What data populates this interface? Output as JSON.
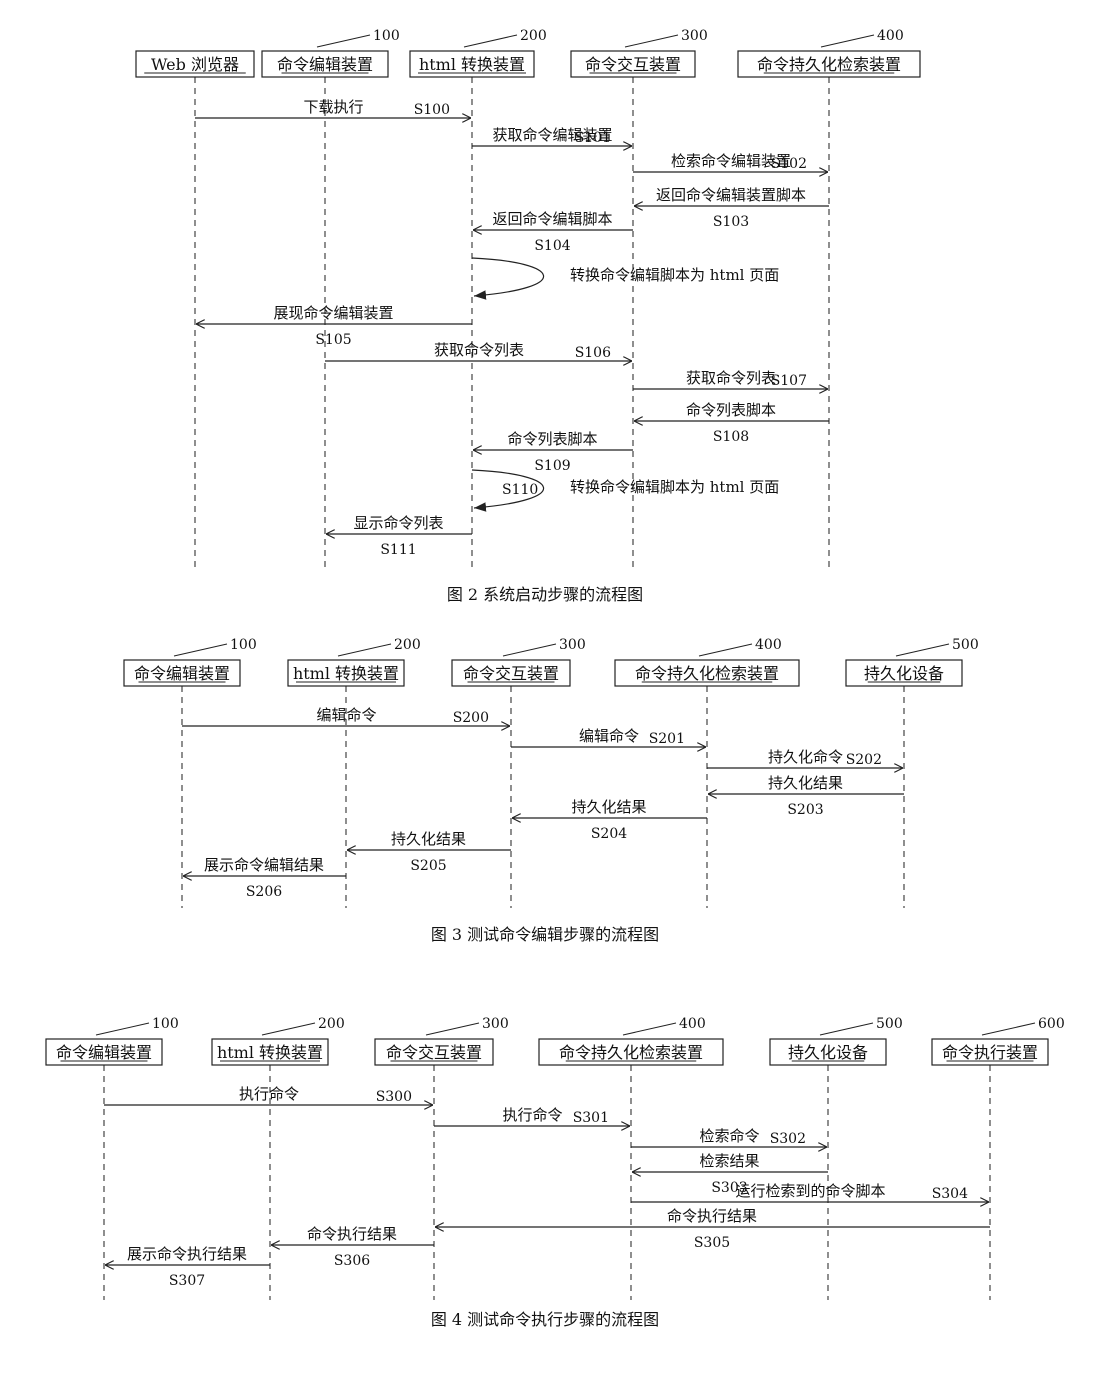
{
  "figures": [
    {
      "caption": "图 2   系统启动步骤的流程图",
      "participants": [
        {
          "label": "Web 浏览器",
          "ref": ""
        },
        {
          "label": "命令编辑装置",
          "ref": "100"
        },
        {
          "label": "html 转换装置",
          "ref": "200"
        },
        {
          "label": "命令交互装置",
          "ref": "300"
        },
        {
          "label": "命令持久化检索装置",
          "ref": "400"
        }
      ],
      "messages": [
        {
          "from": 0,
          "to": 2,
          "text": "下载执行",
          "step": "S100"
        },
        {
          "from": 2,
          "to": 3,
          "text": "获取命令编辑装置",
          "step": "S101"
        },
        {
          "from": 3,
          "to": 4,
          "text": "检索命令编辑装置",
          "step": "S102"
        },
        {
          "from": 4,
          "to": 3,
          "text": "返回命令编辑装置脚本",
          "step": "S103"
        },
        {
          "from": 3,
          "to": 2,
          "text": "返回命令编辑脚本",
          "step": "S104"
        },
        {
          "from": 2,
          "to": 2,
          "text": "转换命令编辑脚本为 html 页面",
          "step": ""
        },
        {
          "from": 2,
          "to": 0,
          "text": "展现命令编辑装置",
          "step": "S105"
        },
        {
          "from": 1,
          "to": 3,
          "text": "获取命令列表",
          "step": "S106"
        },
        {
          "from": 3,
          "to": 4,
          "text": "获取命令列表",
          "step": "S107"
        },
        {
          "from": 4,
          "to": 3,
          "text": "命令列表脚本",
          "step": "S108"
        },
        {
          "from": 3,
          "to": 2,
          "text": "命令列表脚本",
          "step": "S109"
        },
        {
          "from": 2,
          "to": 2,
          "text": "转换命令编辑脚本为 html 页面",
          "step": "S110"
        },
        {
          "from": 2,
          "to": 1,
          "text": "显示命令列表",
          "step": "S111"
        }
      ]
    },
    {
      "caption": "图 3   测试命令编辑步骤的流程图",
      "participants": [
        {
          "label": "命令编辑装置",
          "ref": "100"
        },
        {
          "label": "html 转换装置",
          "ref": "200"
        },
        {
          "label": "命令交互装置",
          "ref": "300"
        },
        {
          "label": "命令持久化检索装置",
          "ref": "400"
        },
        {
          "label": "持久化设备",
          "ref": "500"
        }
      ],
      "messages": [
        {
          "from": 0,
          "to": 2,
          "text": "编辑命令",
          "step": "S200"
        },
        {
          "from": 2,
          "to": 3,
          "text": "编辑命令",
          "step": "S201"
        },
        {
          "from": 3,
          "to": 4,
          "text": "持久化命令",
          "step": "S202"
        },
        {
          "from": 4,
          "to": 3,
          "text": "持久化结果",
          "step": "S203"
        },
        {
          "from": 3,
          "to": 2,
          "text": "持久化结果",
          "step": "S204"
        },
        {
          "from": 2,
          "to": 1,
          "text": "持久化结果",
          "step": "S205"
        },
        {
          "from": 1,
          "to": 0,
          "text": "展示命令编辑结果",
          "step": "S206"
        }
      ]
    },
    {
      "caption": "图 4   测试命令执行步骤的流程图",
      "participants": [
        {
          "label": "命令编辑装置",
          "ref": "100"
        },
        {
          "label": "html 转换装置",
          "ref": "200"
        },
        {
          "label": "命令交互装置",
          "ref": "300"
        },
        {
          "label": "命令持久化检索装置",
          "ref": "400"
        },
        {
          "label": "持久化设备",
          "ref": "500"
        },
        {
          "label": "命令执行装置",
          "ref": "600"
        }
      ],
      "messages": [
        {
          "from": 0,
          "to": 2,
          "text": "执行命令",
          "step": "S300"
        },
        {
          "from": 2,
          "to": 3,
          "text": "执行命令",
          "step": "S301"
        },
        {
          "from": 3,
          "to": 4,
          "text": "检索命令",
          "step": "S302"
        },
        {
          "from": 4,
          "to": 3,
          "text": "检索结果",
          "step": "S303"
        },
        {
          "from": 3,
          "to": 5,
          "text": "运行检索到的命令脚本",
          "step": "S304"
        },
        {
          "from": 5,
          "to": 2,
          "text": "命令执行结果",
          "step": "S305"
        },
        {
          "from": 2,
          "to": 1,
          "text": "命令执行结果",
          "step": "S306"
        },
        {
          "from": 1,
          "to": 0,
          "text": "展示命令执行结果",
          "step": "S307"
        }
      ]
    }
  ]
}
